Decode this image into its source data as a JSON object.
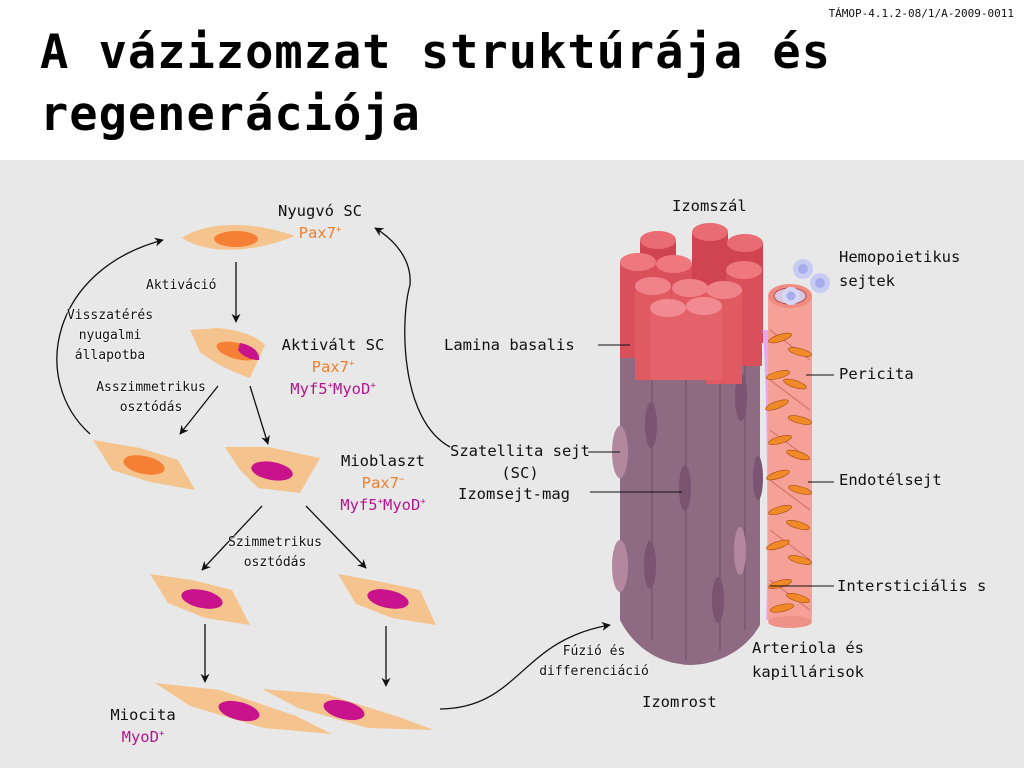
{
  "header": {
    "ref_code": "TÁMOP-4.1.2-08/1/A-2009-0011",
    "title": "A vázizomzat struktúrája és regenerációja"
  },
  "cycle": {
    "quiescent": {
      "name": "Nyugvó SC",
      "marker": "Pax7",
      "marker_sign": "+"
    },
    "activation": "Aktiváció",
    "return": "Visszatérés nyugalmi állapotba",
    "activated": {
      "name": "Aktivált SC",
      "marker1": "Pax7",
      "marker1_sign": "+",
      "marker2": "Myf5",
      "marker2_sign": "+",
      "marker3": "MyoD",
      "marker3_sign": "+"
    },
    "asymmetric": "Asszimmetrikus osztódás",
    "myoblast": {
      "name": "Mioblaszt",
      "marker1": "Pax7",
      "marker1_sign": "−",
      "marker2": "Myf5",
      "marker2_sign": "+",
      "marker3": "MyoD",
      "marker3_sign": "+"
    },
    "symmetric": "Szimmetrikus osztódás",
    "myocyte": {
      "name": "Miocita",
      "marker": "MyoD",
      "marker_sign": "+"
    },
    "fusion": "Fúzió és differenciáció"
  },
  "muscle": {
    "muscle_fiber": "Izomszál",
    "lamina": "Lamina basalis",
    "satellite": "Szatellita sejt (SC)",
    "nucleus": "Izomsejt-mag",
    "muscle_bundle": "Izomrost",
    "hemopoietic": "Hemopoietikus sejtek",
    "pericyte": "Pericita",
    "endothelial": "Endotélsejt",
    "interstitial": "Intersticiális s",
    "arteriole": "Arteriola és kapillárisok"
  },
  "colors": {
    "cell_body": "#f5c48e",
    "cell_nucleus_orange": "#f47f35",
    "cell_nucleus_magenta": "#c8138c",
    "fiber_top": "#e05a62",
    "bundle": "#8e6a83",
    "vessel": "#f5a197",
    "panel_bg": "#e7e8e7"
  }
}
